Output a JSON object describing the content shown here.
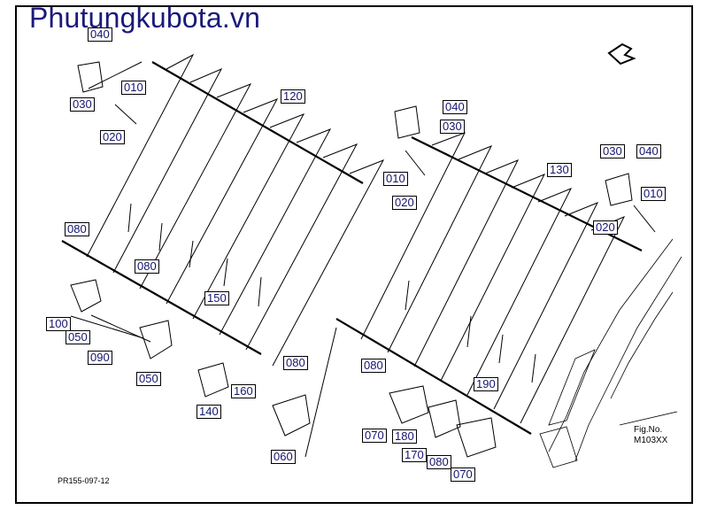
{
  "watermark": "Phutungkubota.vn",
  "footer_code": "PR155-097-12",
  "figure": {
    "label": "Fig.No.",
    "number": "M103XX"
  },
  "callouts": {
    "c040a": "040",
    "c010a": "010",
    "c030a": "030",
    "c020a": "020",
    "c120": "120",
    "c040b": "040",
    "c030b": "030",
    "c010b": "010",
    "c020b": "020",
    "c130": "130",
    "c030c": "030",
    "c040c": "040",
    "c010c": "010",
    "c020c": "020",
    "c080a": "080",
    "c080b": "080",
    "c150": "150",
    "c100": "100",
    "c050a": "050",
    "c090": "090",
    "c050b": "050",
    "c160": "160",
    "c140": "140",
    "c080c": "080",
    "c060": "060",
    "c080d": "080",
    "c190": "190",
    "c070a": "070",
    "c180": "180",
    "c170": "170",
    "c080e": "080",
    "c070b": "070"
  }
}
